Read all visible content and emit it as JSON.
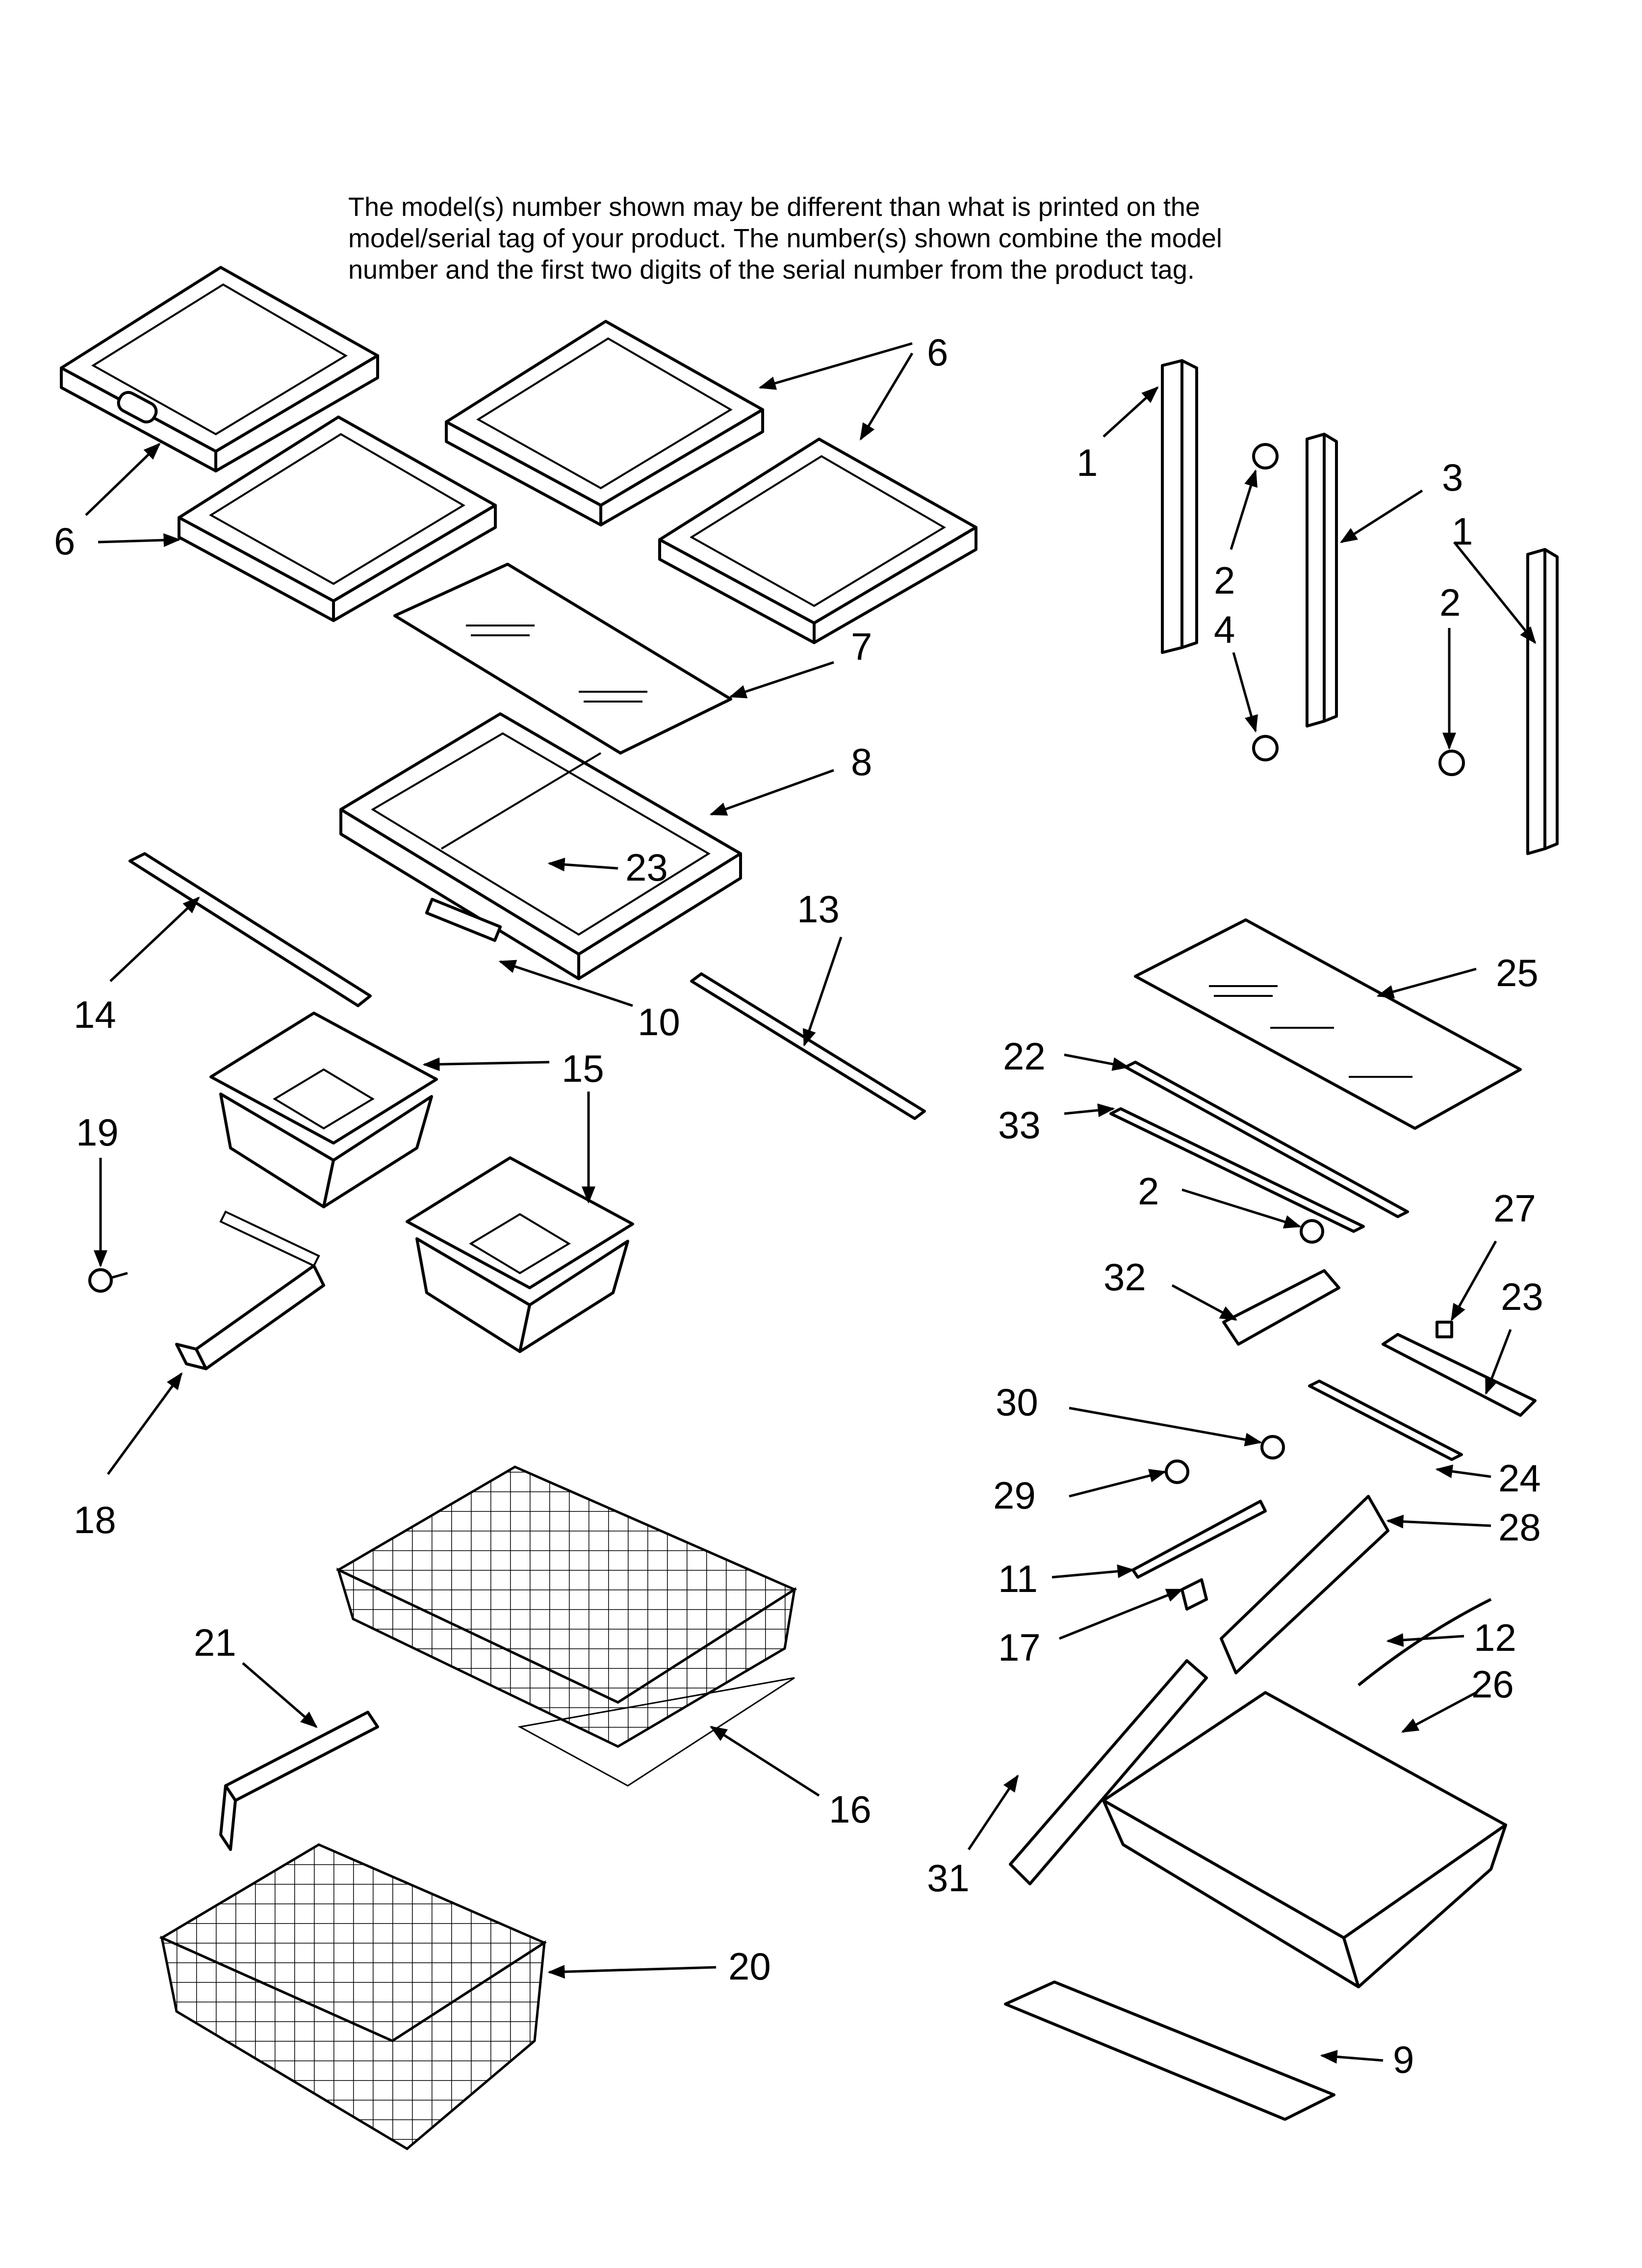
{
  "notice": {
    "lines": [
      "The model(s) number shown may be different than what is printed on the",
      "model/serial tag of your product. The number(s) shown combine the model",
      "number and the first two digits of the serial number from the product tag."
    ]
  },
  "callouts": [
    {
      "id": "c6a",
      "text": "6"
    },
    {
      "id": "c6b",
      "text": "6"
    },
    {
      "id": "c7",
      "text": "7"
    },
    {
      "id": "c8",
      "text": "8"
    },
    {
      "id": "c23a",
      "text": "23"
    },
    {
      "id": "c10",
      "text": "10"
    },
    {
      "id": "c14",
      "text": "14"
    },
    {
      "id": "c13",
      "text": "13"
    },
    {
      "id": "c15",
      "text": "15"
    },
    {
      "id": "c19",
      "text": "19"
    },
    {
      "id": "c18",
      "text": "18"
    },
    {
      "id": "c16",
      "text": "16"
    },
    {
      "id": "c21",
      "text": "21"
    },
    {
      "id": "c20",
      "text": "20"
    },
    {
      "id": "c1a",
      "text": "1"
    },
    {
      "id": "c2a",
      "text": "2"
    },
    {
      "id": "c4",
      "text": "4"
    },
    {
      "id": "c3",
      "text": "3"
    },
    {
      "id": "c1b",
      "text": "1"
    },
    {
      "id": "c2b",
      "text": "2"
    },
    {
      "id": "c25",
      "text": "25"
    },
    {
      "id": "c22",
      "text": "22"
    },
    {
      "id": "c33",
      "text": "33"
    },
    {
      "id": "c2c",
      "text": "2"
    },
    {
      "id": "c27",
      "text": "27"
    },
    {
      "id": "c32",
      "text": "32"
    },
    {
      "id": "c23b",
      "text": "23"
    },
    {
      "id": "c30",
      "text": "30"
    },
    {
      "id": "c24",
      "text": "24"
    },
    {
      "id": "c29",
      "text": "29"
    },
    {
      "id": "c28",
      "text": "28"
    },
    {
      "id": "c11",
      "text": "11"
    },
    {
      "id": "c17",
      "text": "17"
    },
    {
      "id": "c12",
      "text": "12"
    },
    {
      "id": "c26",
      "text": "26"
    },
    {
      "id": "c31",
      "text": "31"
    },
    {
      "id": "c9",
      "text": "9"
    }
  ]
}
